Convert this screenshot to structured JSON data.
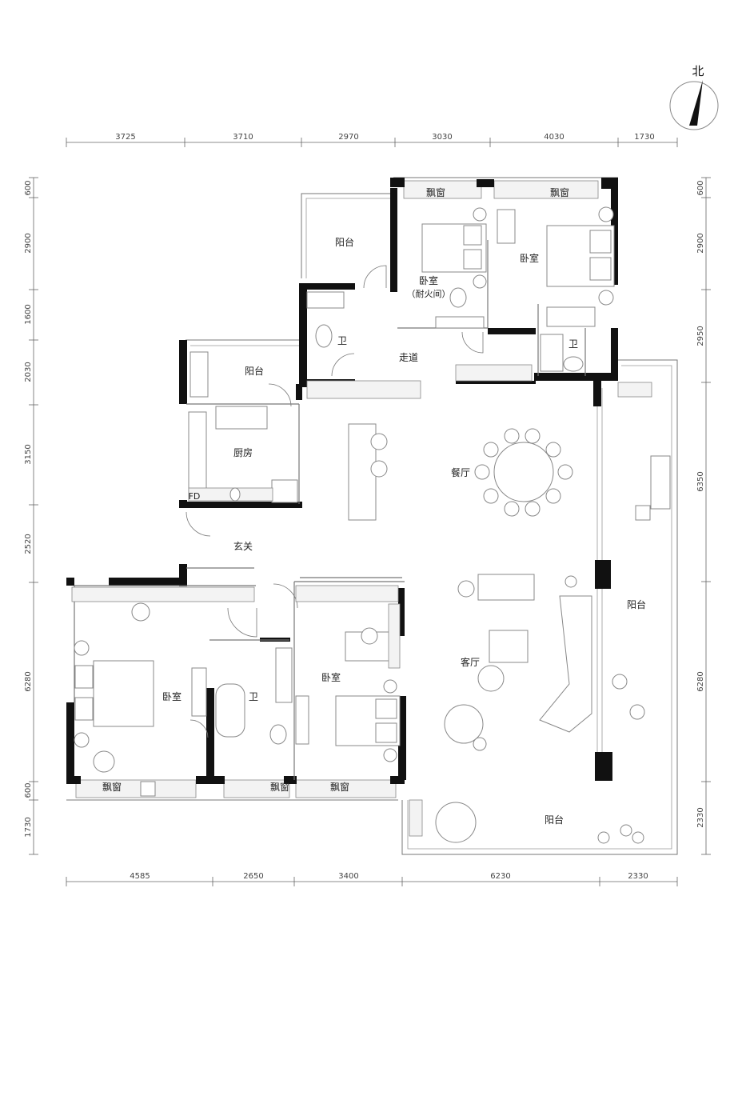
{
  "north_label": "北",
  "dims_top": [
    "3725",
    "3710",
    "2970",
    "3030",
    "4030",
    "1730"
  ],
  "dims_bottom": [
    "4585",
    "2650",
    "3400",
    "6230",
    "2330"
  ],
  "dims_left": [
    "600",
    "2900",
    "1600",
    "2030",
    "3150",
    "2520",
    "6280",
    "600",
    "1730"
  ],
  "dims_right": [
    "600",
    "2900",
    "2950",
    "6350",
    "6280",
    "2330"
  ],
  "rooms": {
    "bay_window_1": "飘窗",
    "bay_window_2": "飘窗",
    "balcony_north": "阳台",
    "bedroom_fire_a": "卧室",
    "bedroom_fire_b": "（耐火间）",
    "bedroom_ne": "卧室",
    "bath_center": "卫",
    "bath_ne": "卫",
    "corridor": "走道",
    "balcony_west": "阳台",
    "kitchen": "厨房",
    "fd": "FD",
    "dining": "餐厅",
    "foyer": "玄关",
    "balcony_east": "阳台",
    "living": "客厅",
    "bedroom_sw": "卧室",
    "bath_sw": "卫",
    "bedroom_s": "卧室",
    "bay_window_3": "飘窗",
    "bay_window_4": "飘窗",
    "bay_window_5": "飘窗",
    "balcony_south": "阳台"
  }
}
